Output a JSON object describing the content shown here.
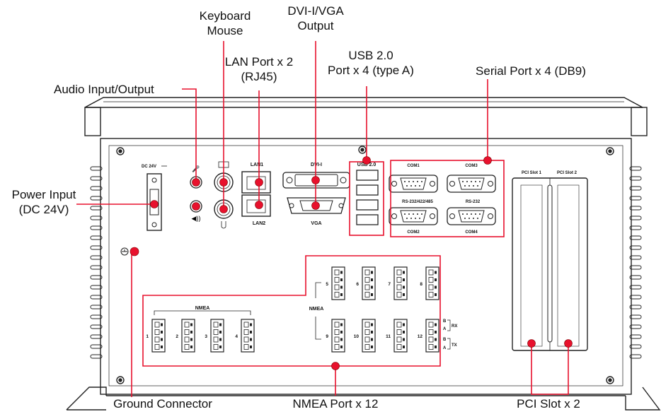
{
  "callouts": {
    "keyboard_mouse": [
      "Keyboard",
      "Mouse"
    ],
    "dvi_vga": [
      "DVI-I/VGA",
      "Output"
    ],
    "lan": [
      "LAN Port x 2",
      "(RJ45)"
    ],
    "usb": [
      "USB 2.0",
      "Port x 4 (type A)"
    ],
    "serial": "Serial Port  x 4 (DB9)",
    "audio": "Audio Input/Output",
    "power": [
      "Power Input",
      "(DC 24V)"
    ],
    "ground": "Ground Connector",
    "nmea": "NMEA Port x 12",
    "pci": "PCI Slot x 2"
  },
  "panel_labels": {
    "dc24v": "DC 24V",
    "lan1": "LAN1",
    "lan2": "LAN2",
    "dvi": "DVI-I",
    "vga": "VGA",
    "usb": "USB 2.0",
    "com1": "COM1",
    "com2": "COM2",
    "com3": "COM3",
    "com4": "COM4",
    "rs485": "RS-232/422/485",
    "rs232": "RS-232",
    "pci1": "PCI Slot 1",
    "pci2": "PCI Slot 2",
    "nmea_left": "NMEA",
    "nmea_right": "NMEA",
    "rx": "RX",
    "tx": "TX",
    "b": "B",
    "a": "A",
    "nmea_numbers": [
      "1",
      "2",
      "3",
      "4",
      "5",
      "6",
      "7",
      "8",
      "9",
      "10",
      "11",
      "12"
    ]
  },
  "colors": {
    "accent": "#e8112d",
    "outline": "#222222"
  }
}
